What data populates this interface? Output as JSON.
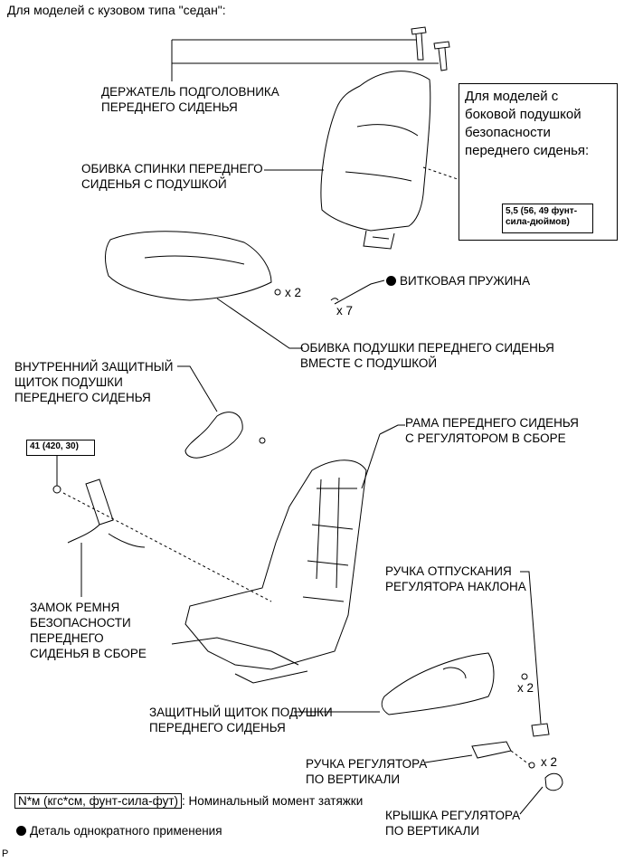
{
  "header": "Для моделей с кузовом типа \"седан\":",
  "parts": {
    "headrest_support": [
      "ДЕРЖАТЕЛЬ ПОДГОЛОВНИКА",
      "ПЕРЕДНЕГО СИДЕНЬЯ"
    ],
    "seatback_cover": [
      "ОБИВКА СПИНКИ ПЕРЕДНЕГО",
      "СИДЕНЬЯ С ПОДУШКОЙ"
    ],
    "side_airbag_note": [
      "Для моделей с",
      "боковой подушкой",
      "безопасности",
      "переднего сиденья:"
    ],
    "side_airbag_torque": [
      "5,5 (56, 49 фунт-",
      "сила-дюймов)"
    ],
    "cushion_x2": "x 2",
    "coil_spring_x7": "x 7",
    "coil_spring": "ВИТКОВАЯ ПРУЖИНА",
    "cushion_cover": [
      "ОБИВКА ПОДУШКИ ПЕРЕДНЕГО СИДЕНЬЯ",
      "ВМЕСТЕ С ПОДУШКОЙ"
    ],
    "inner_shield": [
      "ВНУТРЕННИЙ ЗАЩИТНЫЙ",
      "ЩИТОК ПОДУШКИ",
      "ПЕРЕДНЕГО СИДЕНЬЯ"
    ],
    "frame_adjuster": [
      "РАМА ПЕРЕДНЕГО СИДЕНЬЯ",
      "С РЕГУЛЯТОРОМ В СБОРЕ"
    ],
    "buckle_torque": "41 (420, 30)",
    "recliner_handle": [
      "РУЧКА ОТПУСКАНИЯ",
      "РЕГУЛЯТОРА НАКЛОНА"
    ],
    "buckle": [
      "ЗАМОК РЕМНЯ",
      "БЕЗОПАСНОСТИ",
      "ПЕРЕДНЕГО",
      "СИДЕНЬЯ В СБОРЕ"
    ],
    "shield_x2": "x 2",
    "cushion_shield": [
      "ЗАЩИТНЫЙ ЩИТОК ПОДУШКИ",
      "ПЕРЕДНЕГО СИДЕНЬЯ"
    ],
    "vertical_x2": "x 2",
    "vertical_handle": [
      "РУЧКА РЕГУЛЯТОРА",
      "ПО ВЕРТИКАЛИ"
    ],
    "vertical_cover": [
      "КРЫШКА РЕГУЛЯТОРА",
      "ПО ВЕРТИКАЛИ"
    ]
  },
  "legend": {
    "torque_box": "N*м (кгс*см, фунт-сила-фут)",
    "torque_desc": ": Номинальный момент затяжки",
    "nonreusable": "Деталь однократного применения"
  },
  "corner_mark": "P"
}
